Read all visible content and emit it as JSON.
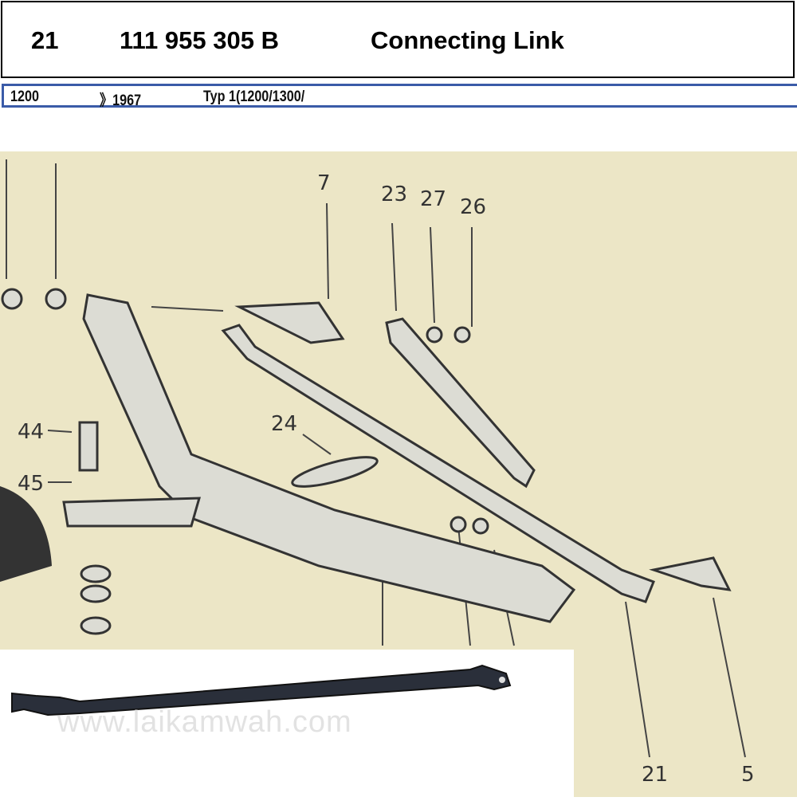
{
  "header": {
    "item_number": "21",
    "part_number": "111 955 305 B",
    "part_name": "Connecting Link"
  },
  "subheader": {
    "model": "1200",
    "from_year": "》1967",
    "type": "Typ 1(1200/1300/"
  },
  "diagram": {
    "callouts": [
      "7",
      "23",
      "27",
      "26",
      "24",
      "44",
      "45",
      "21",
      "5"
    ]
  },
  "photo": {
    "watermark": "www.laikamwah.com"
  }
}
